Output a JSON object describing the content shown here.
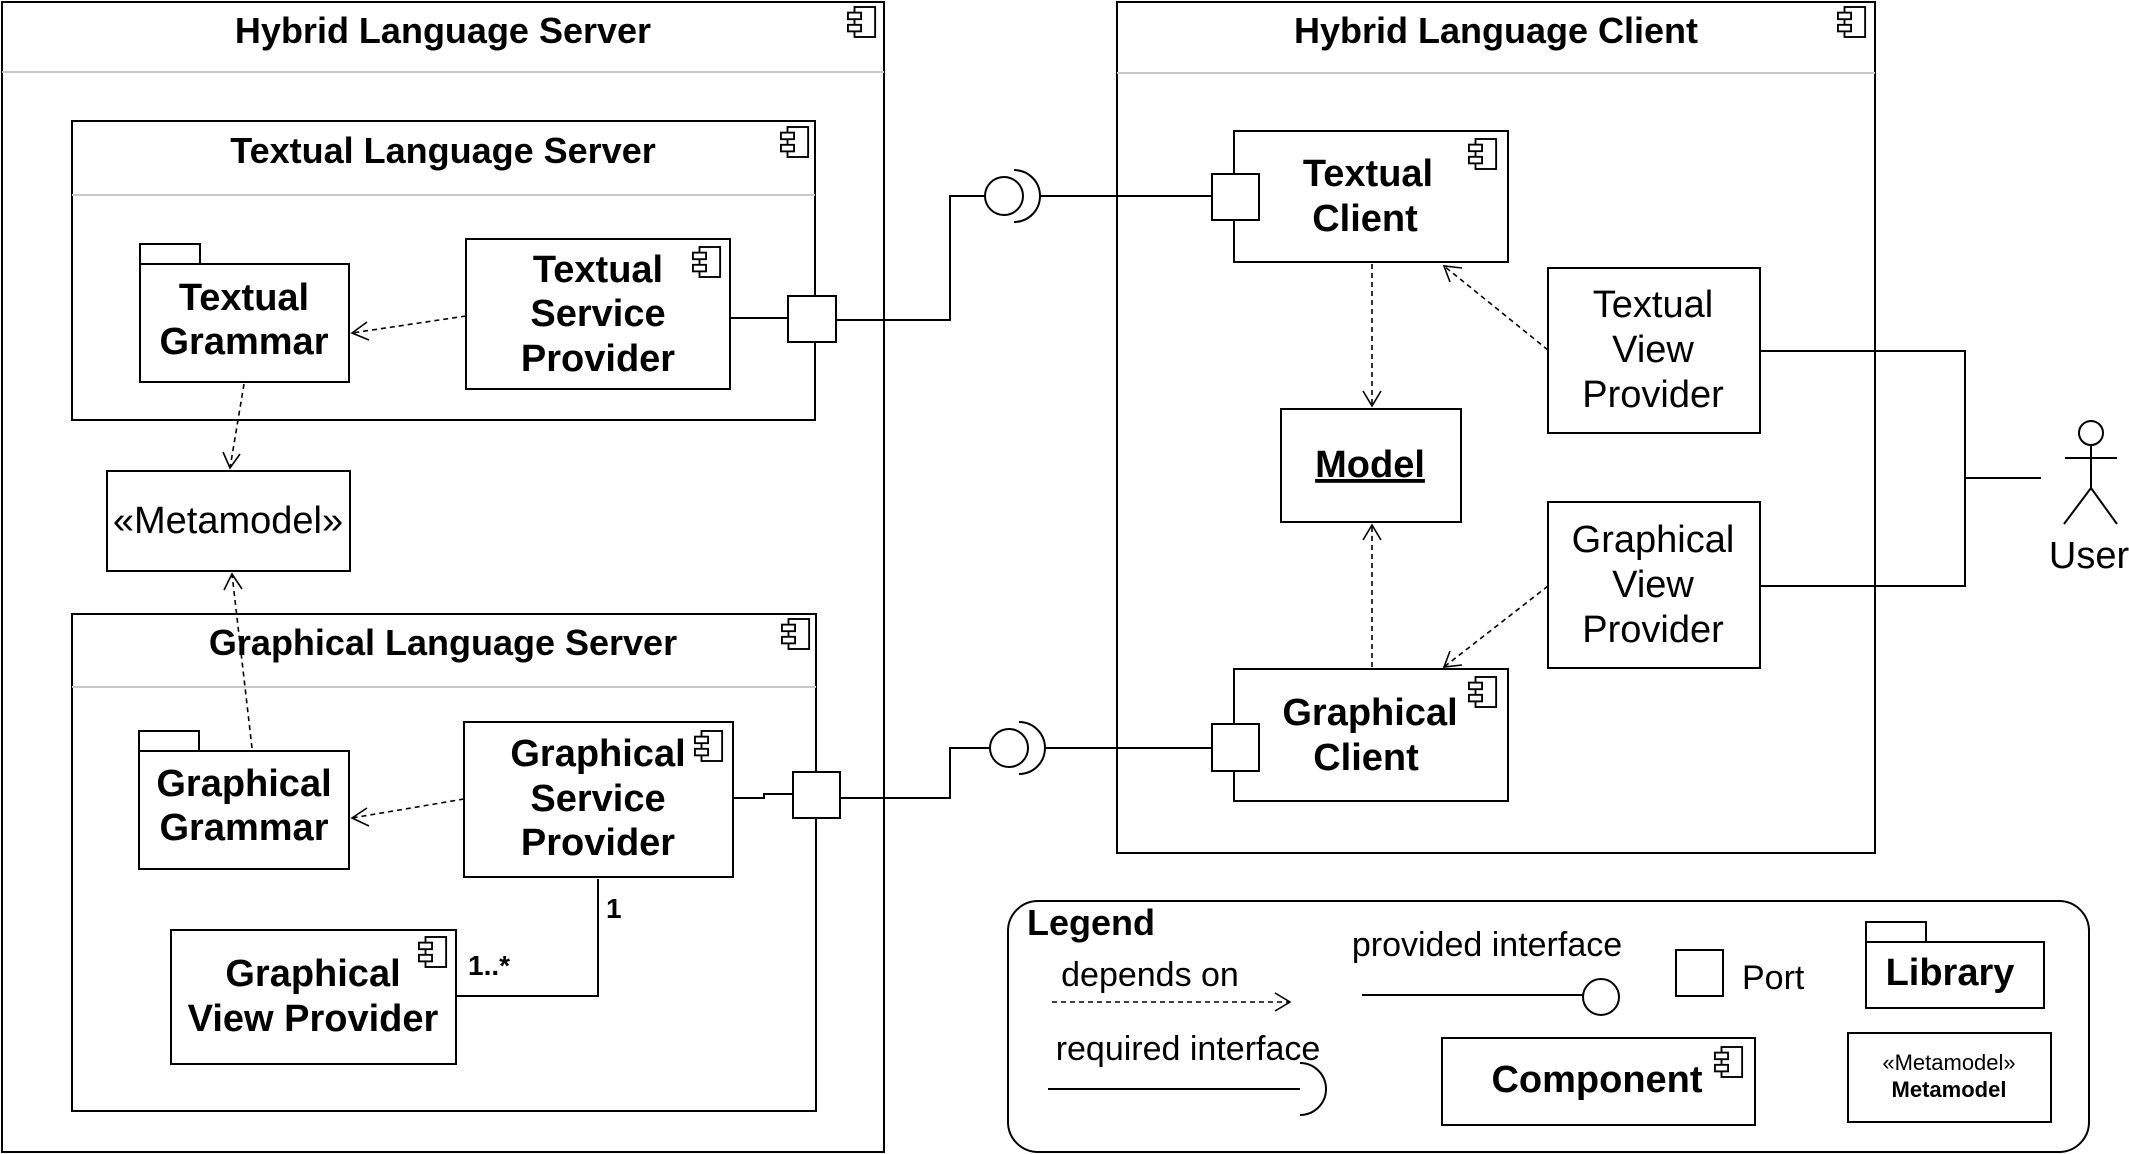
{
  "server": {
    "title": "Hybrid Language Server",
    "textual_server": {
      "title": "Textual Language Server",
      "grammar": [
        "Textual",
        "Grammar"
      ],
      "service_provider": [
        "Textual",
        "Service",
        "Provider"
      ]
    },
    "metamodel": "«Metamodel»",
    "graphical_server": {
      "title": "Graphical Language Server",
      "grammar": [
        "Graphical",
        "Grammar"
      ],
      "service_provider": [
        "Graphical",
        "Service",
        "Provider"
      ],
      "view_provider": [
        "Graphical",
        "View Provider"
      ],
      "mult_one": "1",
      "mult_many": "1..*"
    }
  },
  "client": {
    "title": "Hybrid Language Client",
    "textual_client": [
      "Textual",
      "Client"
    ],
    "model": "Model",
    "graphical_client": [
      "Graphical",
      "Client"
    ],
    "textual_view_provider": [
      "Textual",
      "View",
      "Provider"
    ],
    "graphical_view_provider": [
      "Graphical",
      "View",
      "Provider"
    ]
  },
  "user": "User",
  "legend": {
    "title": "Legend",
    "depends_on": "depends on",
    "provided_interface": "provided interface",
    "required_interface": "required interface",
    "port": "Port",
    "library": "Library",
    "component": "Component",
    "metamodel_stereotype": "«Metamodel»",
    "metamodel_name": "Metamodel"
  }
}
